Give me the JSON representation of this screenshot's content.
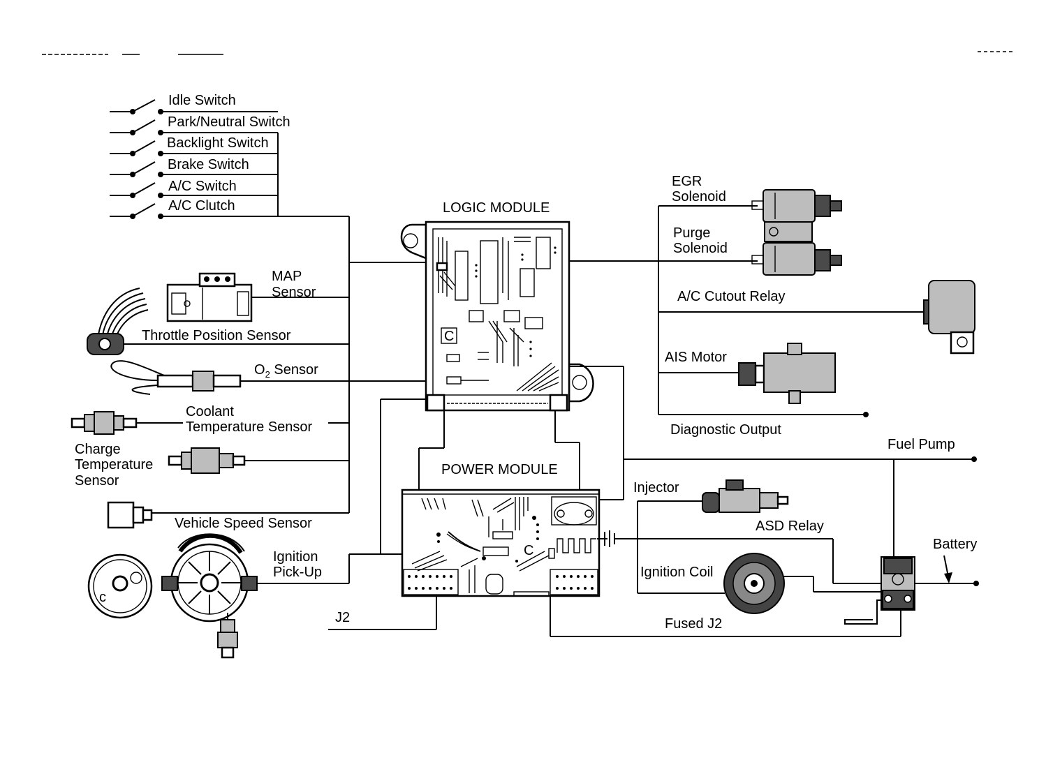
{
  "switches": {
    "idle": "Idle Switch",
    "park_neutral": "Park/Neutral Switch",
    "backlight": "Backlight Switch",
    "brake": "Brake Switch",
    "ac_switch": "A/C Switch",
    "ac_clutch": "A/C Clutch"
  },
  "sensors": {
    "map_1": "MAP",
    "map_2": "Sensor",
    "throttle_position": "Throttle Position Sensor",
    "o2_main": "O",
    "o2_sub": "2",
    "o2_rest": " Sensor",
    "coolant_1": "Coolant",
    "coolant_2": "Temperature Sensor",
    "charge_1": "Charge",
    "charge_2": "Temperature",
    "charge_3": "Sensor",
    "vehicle_speed": "Vehicle Speed Sensor",
    "ignition_1": "Ignition",
    "ignition_2": "Pick-Up"
  },
  "modules": {
    "logic": "LOGIC MODULE",
    "power": "POWER MODULE"
  },
  "outputs": {
    "egr_1": "EGR",
    "egr_2": "Solenoid",
    "purge_1": "Purge",
    "purge_2": "Solenoid",
    "ac_cutout": "A/C Cutout Relay",
    "ais_motor": "AIS Motor",
    "diagnostic": "Diagnostic Output",
    "fuel_pump": "Fuel Pump",
    "injector": "Injector",
    "asd_relay": "ASD Relay",
    "battery": "Battery",
    "ignition_coil": "Ignition Coil",
    "fused_j2": "Fused J2",
    "j2": "J2"
  },
  "pcb_labels": {
    "logic_c": "C",
    "power_c": "C"
  }
}
